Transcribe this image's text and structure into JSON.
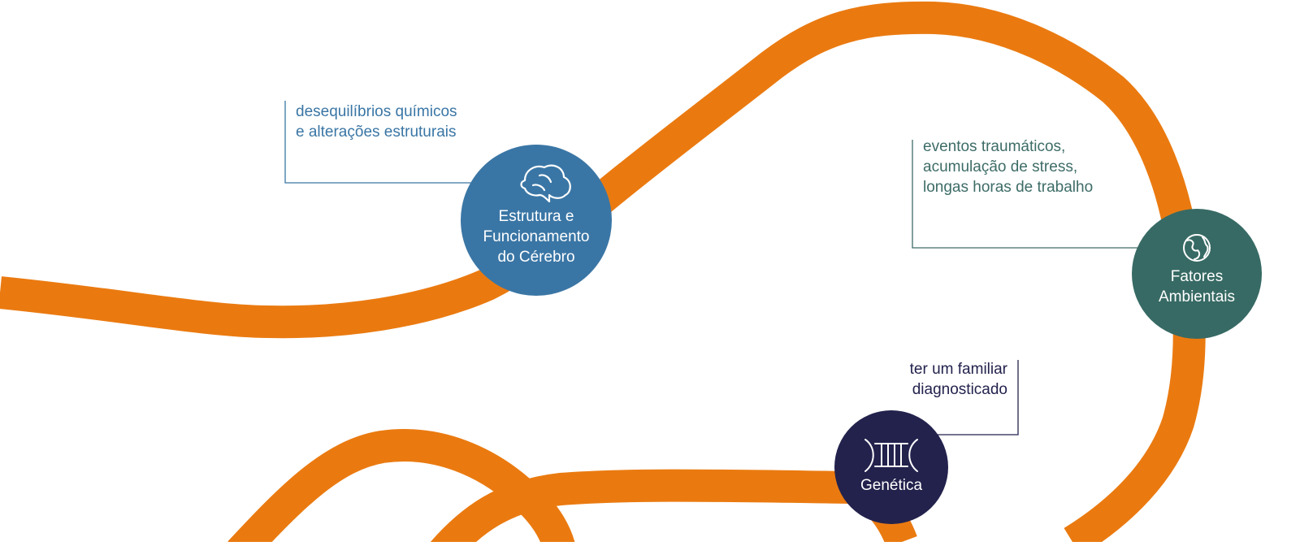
{
  "colors": {
    "path": "#ea7a10",
    "brain_node": "#3a76a5",
    "env_node": "#376a64",
    "genetics_node": "#23224d",
    "brain_text": "#3a76a5",
    "env_text": "#3d6c67",
    "genetics_text": "#23224d"
  },
  "nodes": {
    "brain": {
      "label": "Estrutura e\nFuncionamento\ndo Cérebro",
      "icon": "brain-icon"
    },
    "environment": {
      "label": "Fatores\nAmbientais",
      "icon": "globe-icon"
    },
    "genetics": {
      "label": "Genética",
      "icon": "dna-icon"
    }
  },
  "descriptions": {
    "brain": "desequilíbrios químicos\ne alterações estruturais",
    "environment": "eventos traumáticos,\nacumulação de stress,\nlongas horas de trabalho",
    "genetics": "ter um familiar\ndiagnosticado"
  }
}
